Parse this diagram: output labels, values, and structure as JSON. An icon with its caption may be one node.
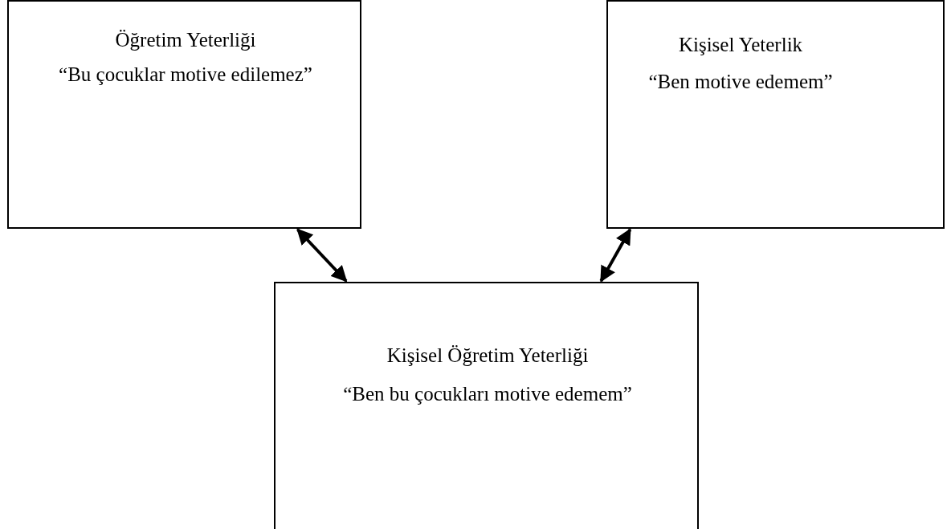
{
  "diagram": {
    "nodes": [
      {
        "text": [
          "Öğretim Yeterliği",
          "“Bu çocuklar motive edilemez”"
        ]
      },
      {
        "text": [
          "Kişisel Yeterlik",
          "“Ben motive edemem”"
        ]
      },
      {
        "text": [
          "Kişisel Öğretim Yeterliği",
          "“Ben bu çocukları motive edemem”"
        ]
      }
    ],
    "edges": [
      {
        "from": 0,
        "to": 2,
        "arrow": "both"
      },
      {
        "from": 1,
        "to": 2,
        "arrow": "both"
      }
    ]
  }
}
